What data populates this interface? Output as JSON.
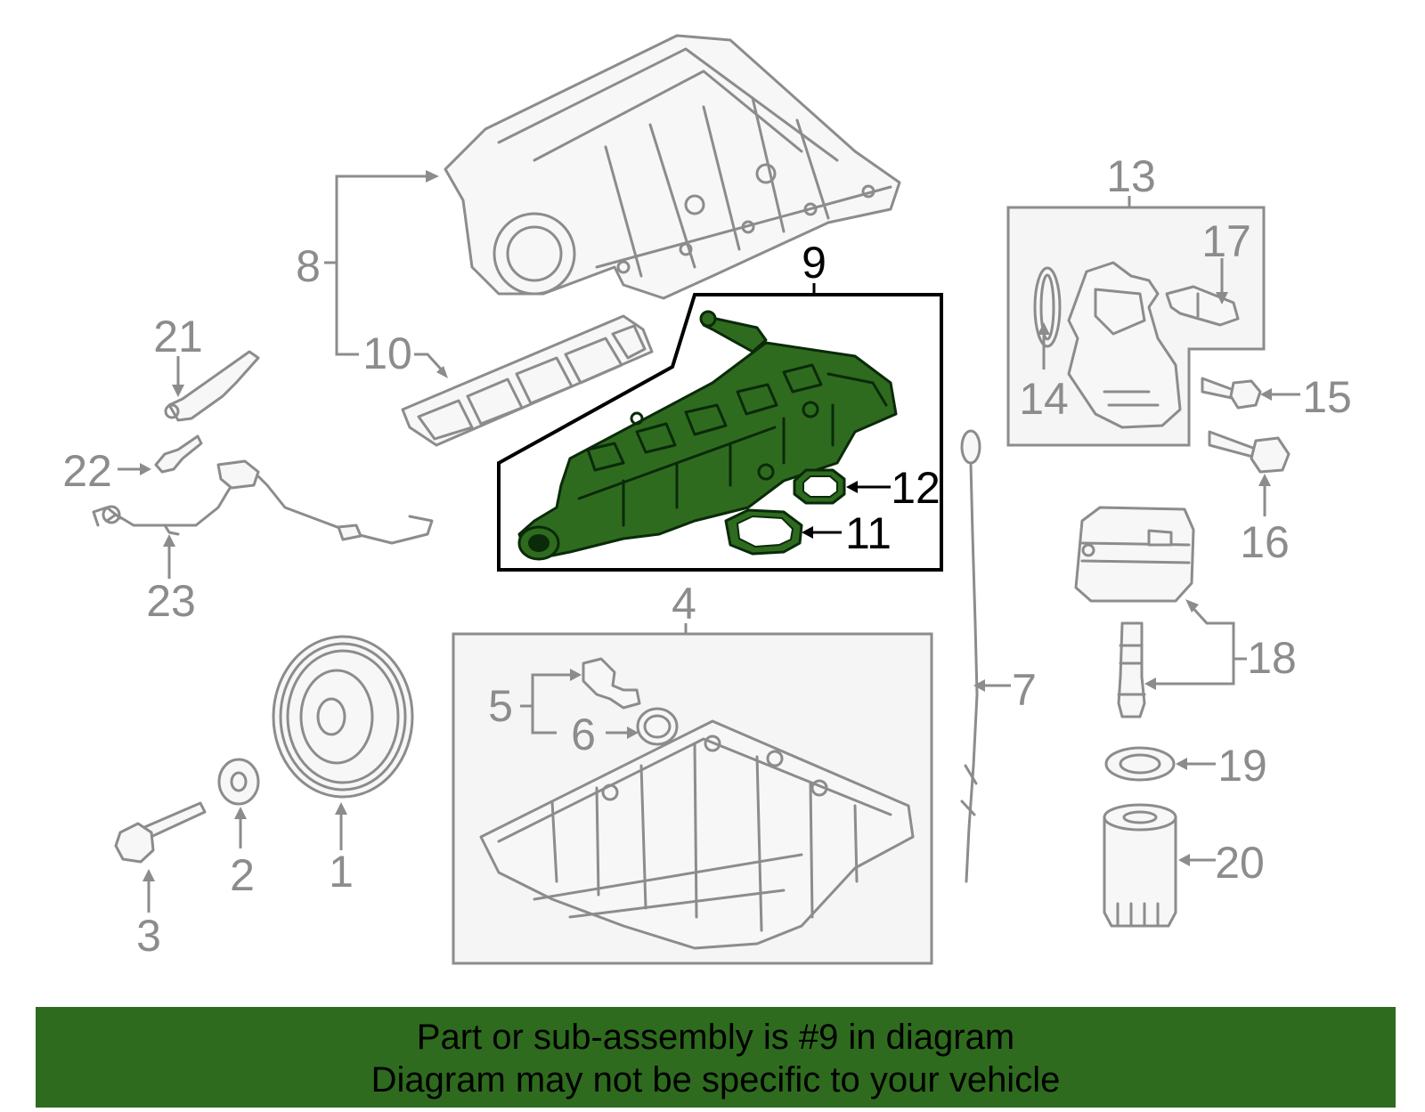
{
  "callouts": [
    "1",
    "2",
    "3",
    "4",
    "5",
    "6",
    "7",
    "8",
    "9",
    "10",
    "11",
    "12",
    "13",
    "14",
    "15",
    "16",
    "17",
    "18",
    "19",
    "20",
    "21",
    "22",
    "23"
  ],
  "highlighted_callout": "9",
  "colors": {
    "highlight": "#2f6b1e",
    "highlight_dark": "#0a2a0a",
    "banner": "#2e6b1e",
    "linework": "#8c8c8c",
    "part_fill": "#f7f7f7"
  },
  "footer": {
    "line1": "Part or sub-assembly is #9 in diagram",
    "line2": "Diagram may not be specific to your vehicle"
  }
}
